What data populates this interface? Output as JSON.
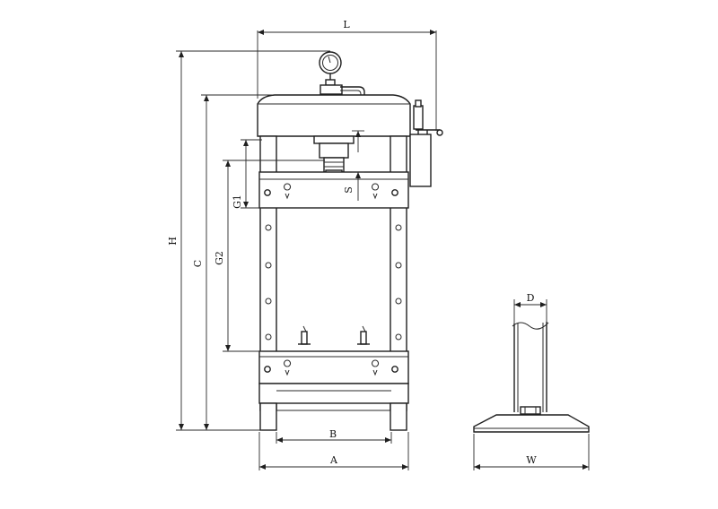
{
  "diagram": {
    "labels": {
      "L": "L",
      "H": "H",
      "C": "C",
      "G1": "G1",
      "G2": "G2",
      "S": "S",
      "B": "B",
      "A": "A",
      "D": "D",
      "W": "W"
    },
    "colors": {
      "line": "#1f1f1f",
      "background": "#ffffff"
    }
  }
}
